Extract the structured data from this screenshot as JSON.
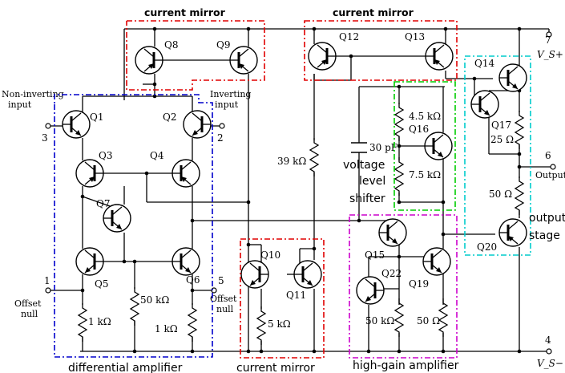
{
  "blocks": {
    "current_mirror_top_left": {
      "label": "current mirror",
      "color": "#e00000"
    },
    "current_mirror_top_right": {
      "label": "current mirror",
      "color": "#e00000"
    },
    "differential_amplifier": {
      "label": "differential amplifier",
      "color": "#0000cc"
    },
    "current_mirror_bottom": {
      "label": "current mirror",
      "color": "#e00000"
    },
    "voltage_level_shifter": {
      "line1": "voltage",
      "line2": "level",
      "line3": "shifter",
      "color": "#00cc00"
    },
    "high_gain_amplifier": {
      "label": "high-gain amplifier",
      "color": "#cc00cc"
    },
    "output_stage": {
      "line1": "output",
      "line2": "stage",
      "color": "#00cccc"
    }
  },
  "transistors": [
    "Q1",
    "Q2",
    "Q3",
    "Q4",
    "Q5",
    "Q6",
    "Q7",
    "Q8",
    "Q9",
    "Q10",
    "Q11",
    "Q12",
    "Q13",
    "Q14",
    "Q15",
    "Q16",
    "Q17",
    "Q19",
    "Q20",
    "Q22"
  ],
  "resistors": {
    "r_39k": "39 kΩ",
    "r_45k": "4.5 kΩ",
    "r_75k": "7.5 kΩ",
    "r_25": "25 Ω",
    "r_50_out": "50 Ω",
    "r_50k_mid": "50 kΩ",
    "r_1k_left": "1 kΩ",
    "r_1k_right": "1 kΩ",
    "r_5k": "5 kΩ",
    "r_50k_hg": "50 kΩ",
    "r_50_hg": "50 Ω"
  },
  "capacitor": "30 pF",
  "pins": {
    "noninv_label1": "Non-inverting",
    "noninv_label2": "input",
    "noninv_num": "3",
    "inv_label1": "Inverting",
    "inv_label2": "input",
    "inv_num": "2",
    "offset1_num": "1",
    "offset1_label1": "Offset",
    "offset1_label2": "null",
    "offset5_num": "5",
    "offset5_label1": "Offset",
    "offset5_label2": "null",
    "vplus_num": "7",
    "vplus_label": "V_S+",
    "vminus_num": "4",
    "vminus_label": "V_S−",
    "output_num": "6",
    "output_label": "Output"
  }
}
